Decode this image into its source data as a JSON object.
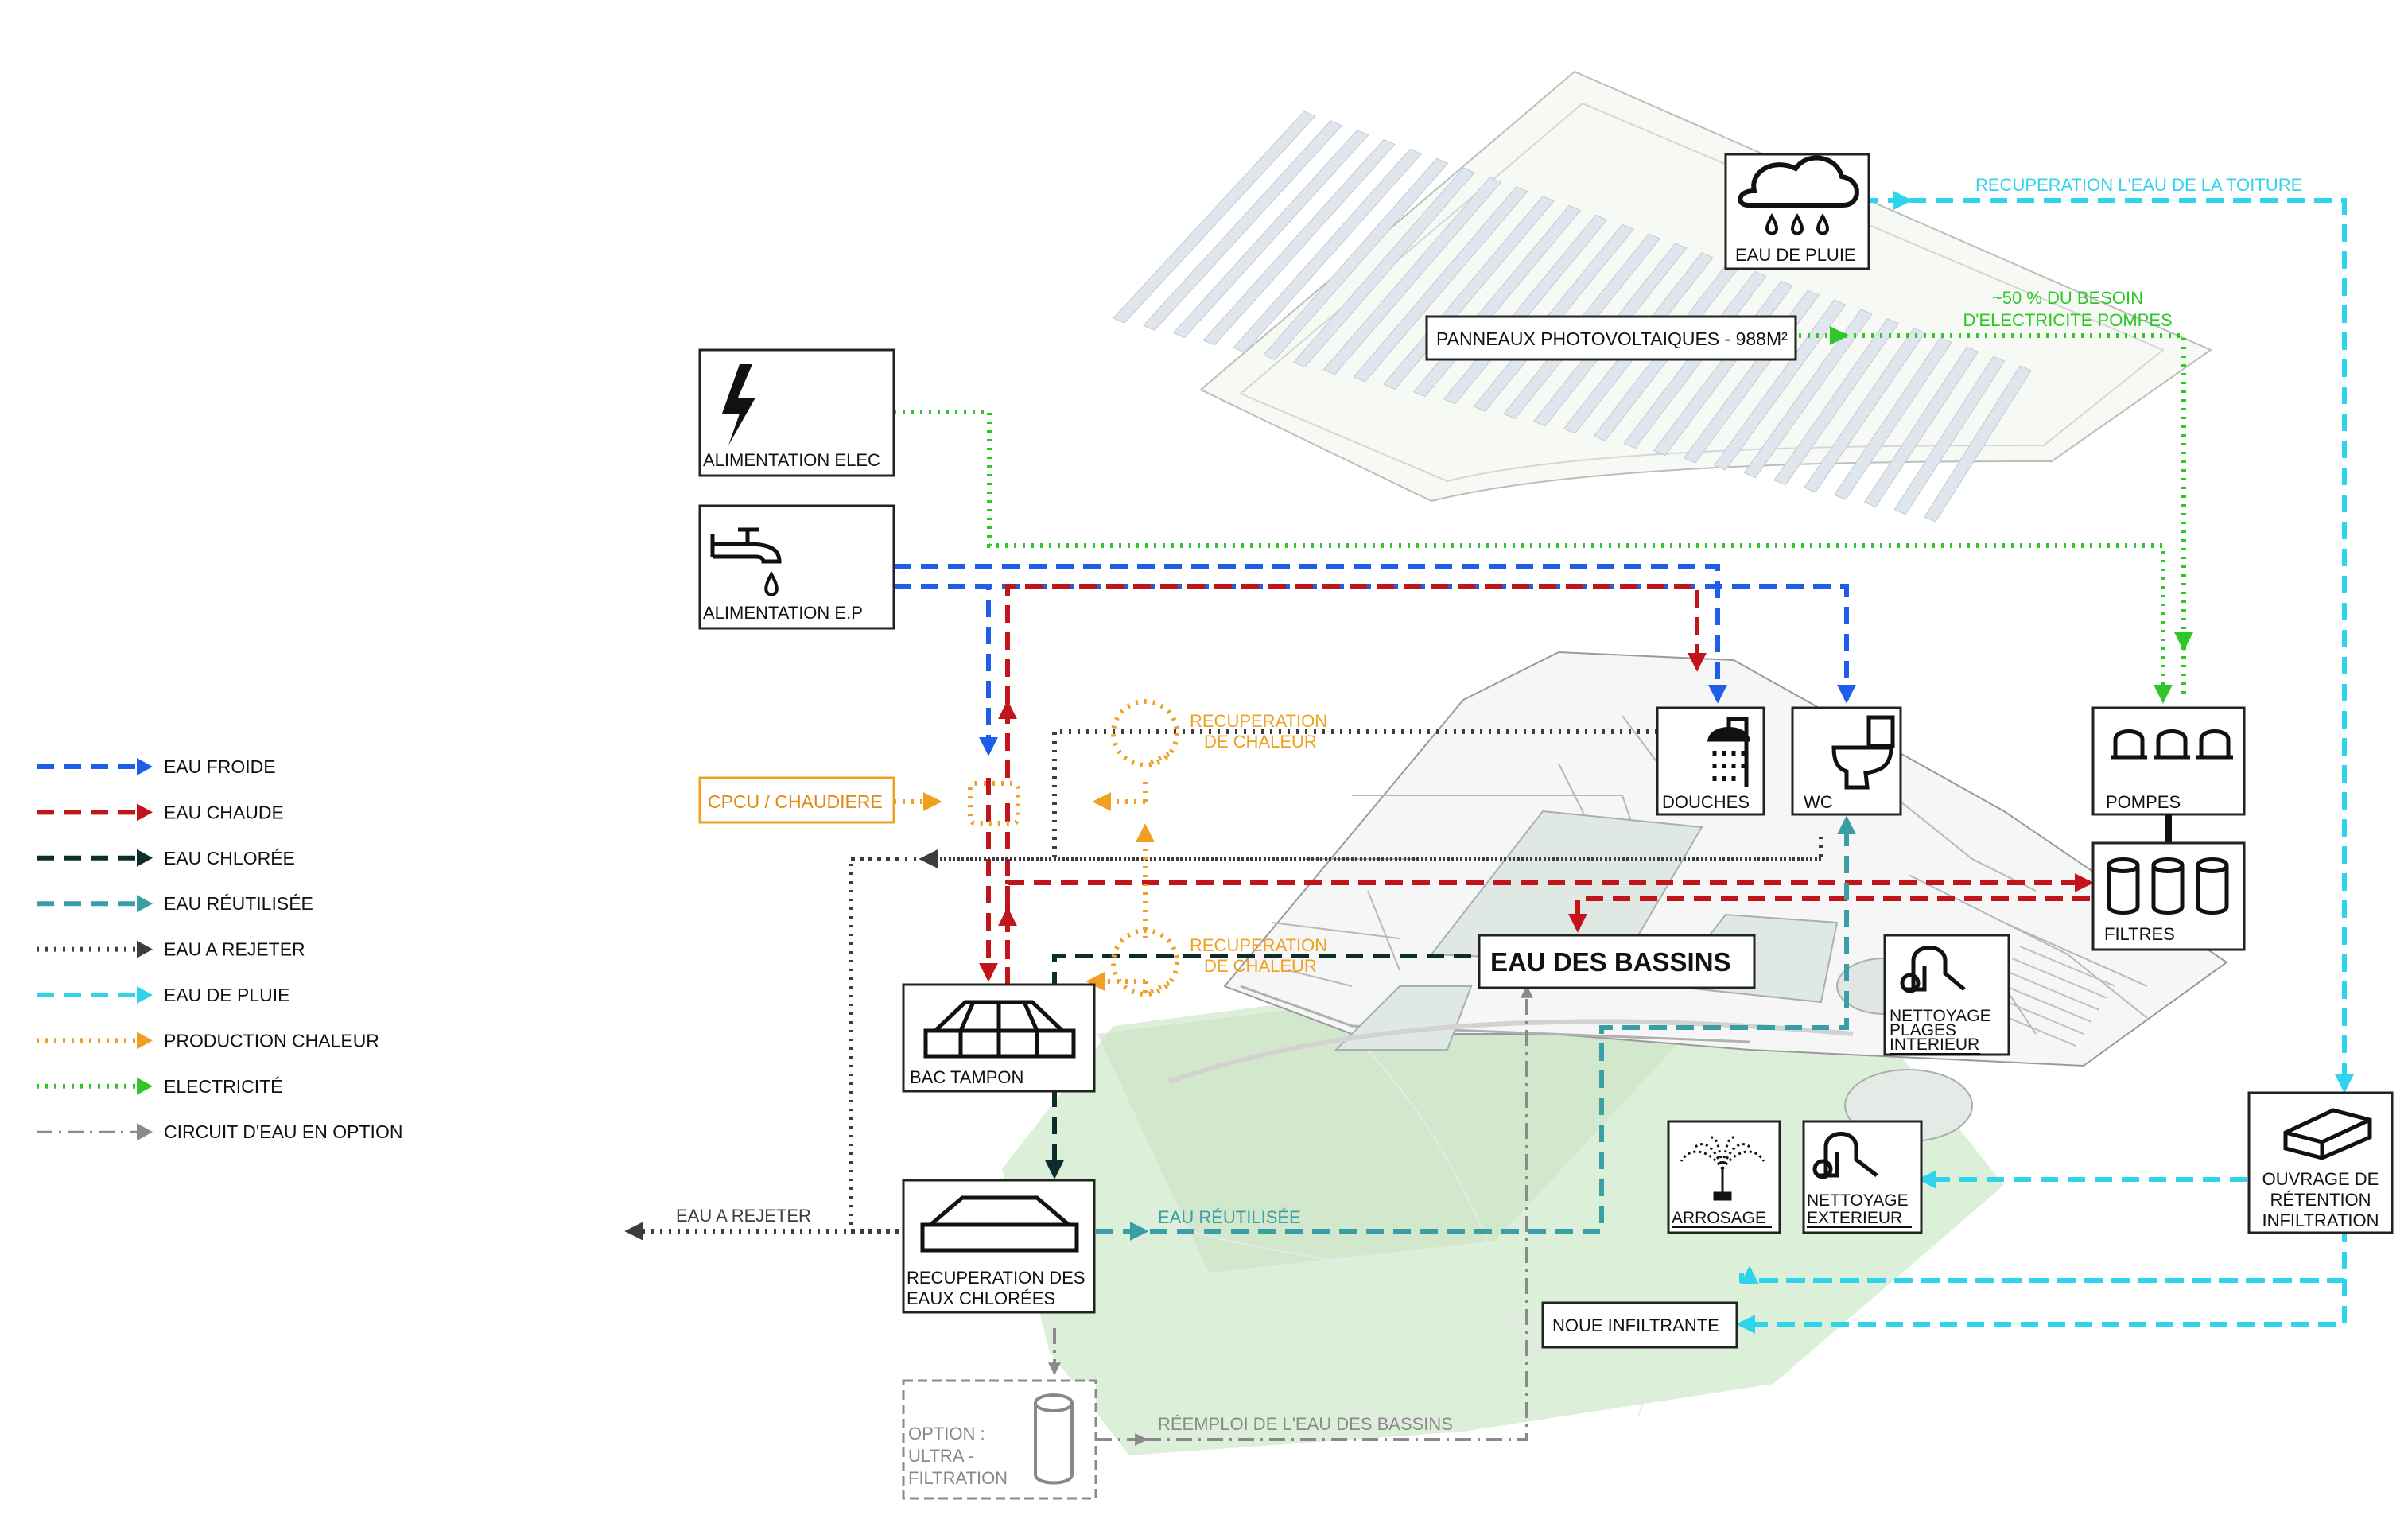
{
  "colors": {
    "eau_froide": "#1e5ee8",
    "eau_chaude": "#c2141b",
    "eau_chloree": "#0c2e2a",
    "eau_reutilisee": "#3a9ea6",
    "eau_a_rejeter": "#3d3d3d",
    "eau_de_pluie": "#2fd4ec",
    "production_chaleur": "#f0a020",
    "electricite": "#2fc62a",
    "circuit_option": "#8a8a8a",
    "plan_green": "#d7ecd3"
  },
  "legend": [
    {
      "label": "EAU FROIDE",
      "color": "#1e5ee8",
      "style": "dashed"
    },
    {
      "label": "EAU CHAUDE",
      "color": "#c2141b",
      "style": "dashed"
    },
    {
      "label": "EAU CHLORÉE",
      "color": "#0c2e2a",
      "style": "dashed"
    },
    {
      "label": "EAU RÉUTILISÉE",
      "color": "#3a9ea6",
      "style": "dashed"
    },
    {
      "label": "EAU A REJETER",
      "color": "#3d3d3d",
      "style": "dotted"
    },
    {
      "label": "EAU DE PLUIE",
      "color": "#2fd4ec",
      "style": "dashed"
    },
    {
      "label": "PRODUCTION CHALEUR",
      "color": "#f0a020",
      "style": "dotted"
    },
    {
      "label": "ELECTRICITÉ",
      "color": "#2fc62a",
      "style": "dotted"
    },
    {
      "label": "CIRCUIT D'EAU EN OPTION",
      "color": "#8a8a8a",
      "style": "dashdot"
    }
  ],
  "nodes": {
    "eau_de_pluie": {
      "label": "EAU DE PLUIE",
      "icon": "rain-cloud-icon"
    },
    "panneaux": {
      "label": "PANNEAUX PHOTOVOLTAIQUES - 988M²"
    },
    "alim_elec": {
      "label": "ALIMENTATION ELEC",
      "icon": "lightning-icon"
    },
    "alim_ep": {
      "label": "ALIMENTATION E.P",
      "icon": "faucet-icon"
    },
    "douches": {
      "label": "DOUCHES",
      "icon": "shower-icon"
    },
    "wc": {
      "label": "WC",
      "icon": "toilet-icon"
    },
    "pompes": {
      "label": "POMPES",
      "icon": "pumps-icon"
    },
    "filtres": {
      "label": "FILTRES",
      "icon": "filters-icon"
    },
    "cpcu": {
      "label": "CPCU / CHAUDIERE"
    },
    "eau_bassins": {
      "label": "EAU DES BASSINS"
    },
    "bac_tampon": {
      "label": "BAC TAMPON",
      "icon": "tank-icon"
    },
    "recup_chlorees": {
      "label_1": "RECUPERATION DES",
      "label_2": "EAUX CHLORÉES",
      "icon": "tank-closed-icon"
    },
    "nettoyage_plages": {
      "label_1": "NETTOYAGE",
      "label_2": "PLAGES",
      "label_3": "INTERIEUR",
      "icon": "vacuum-icon"
    },
    "arrosage": {
      "label": "ARROSAGE",
      "icon": "sprinkler-icon"
    },
    "nettoyage_ext": {
      "label_1": "NETTOYAGE",
      "label_2": "EXTERIEUR",
      "icon": "vacuum-icon"
    },
    "ouvrage": {
      "label_1": "OUVRAGE DE",
      "label_2": "RÉTENTION",
      "label_3": "INFILTRATION",
      "icon": "box-icon"
    },
    "noue": {
      "label": "NOUE INFILTRANTE"
    },
    "option": {
      "label_1": "OPTION :",
      "label_2": "ULTRA -",
      "label_3": "FILTRATION",
      "icon": "cylinder-icon"
    }
  },
  "annotations": {
    "recup_toiture": "RECUPERATION L'EAU DE LA TOITURE",
    "besoin_1": "~50 % DU BESOIN",
    "besoin_2": "D'ELECTRICITE POMPES",
    "recup_chaleur_1a": "RECUPERATION",
    "recup_chaleur_1b": "DE CHALEUR",
    "recup_chaleur_2a": "RECUPERATION",
    "recup_chaleur_2b": "DE CHALEUR",
    "eau_a_rejeter": "EAU A REJETER",
    "eau_reutilisee": "EAU RÉUTILISÉE",
    "reemploi": "RÉEMPLOI DE L'EAU DES BASSINS"
  }
}
